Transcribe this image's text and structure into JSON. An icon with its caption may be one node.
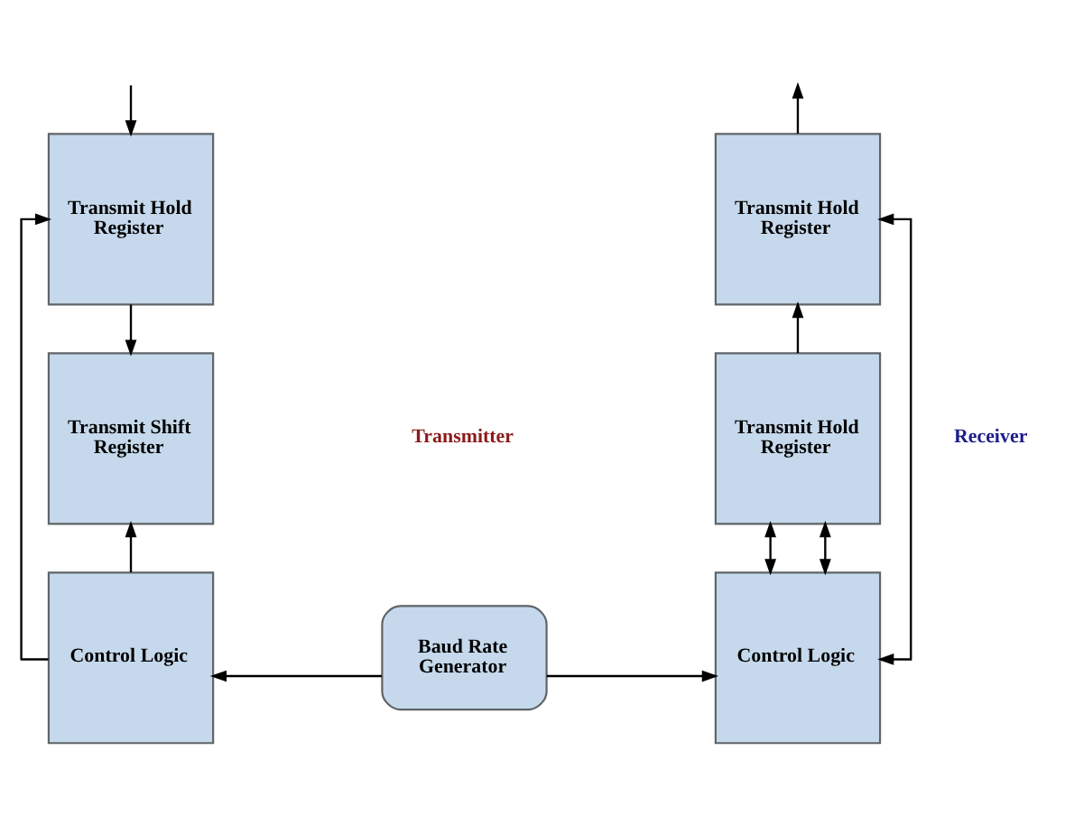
{
  "diagram": {
    "nodes": [
      {
        "text": [
          "Transmit Hold Register"
        ]
      },
      {
        "text": [
          "Transmit Shift Register"
        ]
      },
      {
        "text": [
          "Control Logic"
        ]
      },
      {
        "text": [
          "Baud Rate Generator"
        ]
      },
      {
        "text": [
          "Transmit Hold Register"
        ]
      },
      {
        "text": [
          "Transmit Hold Register"
        ]
      },
      {
        "text": [
          "Control Logic"
        ]
      }
    ],
    "edges": [
      {
        "from": null,
        "to": 0,
        "arrow": "to"
      },
      {
        "from": 0,
        "to": 1,
        "arrow": "to"
      },
      {
        "from": 2,
        "to": 0,
        "arrow": "to"
      },
      {
        "from": 2,
        "to": 1,
        "arrow": "to"
      },
      {
        "from": 3,
        "to": 2,
        "arrow": "to"
      },
      {
        "from": 3,
        "to": 6,
        "arrow": "to"
      },
      {
        "from": 4,
        "to": null,
        "arrow": "to"
      },
      {
        "from": 5,
        "to": 4,
        "arrow": "to"
      },
      {
        "from": 6,
        "to": 4,
        "arrow": "both"
      },
      {
        "from": 6,
        "to": 5,
        "arrow": "both"
      },
      {
        "from": 5,
        "to": 6,
        "arrow": "both"
      }
    ],
    "labels": [
      "Transmitter",
      "Receiver"
    ]
  }
}
